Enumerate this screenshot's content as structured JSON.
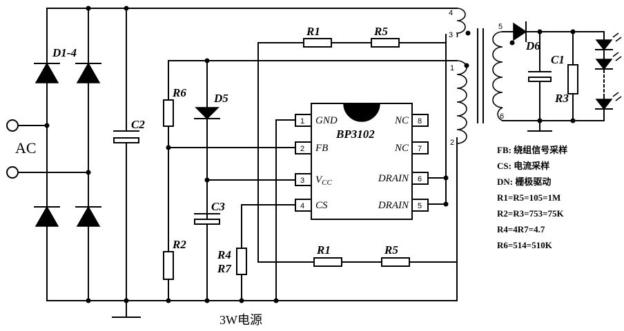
{
  "labels": {
    "bridge": "D1-4",
    "ac": "AC",
    "c2": "C2",
    "r6": "R6",
    "d5": "D5",
    "c3": "C3",
    "r2": "R2",
    "r4": "R4",
    "r7": "R7",
    "r1_top": "R1",
    "r5_top": "R5",
    "r1_bot": "R1",
    "r5_bot": "R5",
    "d6": "D6",
    "c1": "C1",
    "r3": "R3"
  },
  "ic": {
    "name": "BP3102",
    "pins": {
      "p1": {
        "num": "1",
        "name": "GND"
      },
      "p2": {
        "num": "2",
        "name": "FB"
      },
      "p3": {
        "num": "3",
        "name": "V",
        "sub": "CC"
      },
      "p4": {
        "num": "4",
        "name": "CS"
      },
      "p5": {
        "num": "5",
        "name": "DRAIN"
      },
      "p6": {
        "num": "6",
        "name": "DRAIN"
      },
      "p7": {
        "num": "7",
        "name": "NC"
      },
      "p8": {
        "num": "8",
        "name": "NC"
      }
    }
  },
  "transformer": {
    "w1": "1",
    "w2": "2",
    "w3": "3",
    "w4": "4",
    "w5": "5",
    "w6": "6"
  },
  "notes": [
    "FB: 绕组信号采样",
    "CS: 电流采样",
    "DN: 栅极驱动",
    "R1=R5=105=1M",
    "R2=R3=753=75K",
    "R4=4R7=4.7",
    "R6=514=510K"
  ],
  "caption": "3W电源"
}
